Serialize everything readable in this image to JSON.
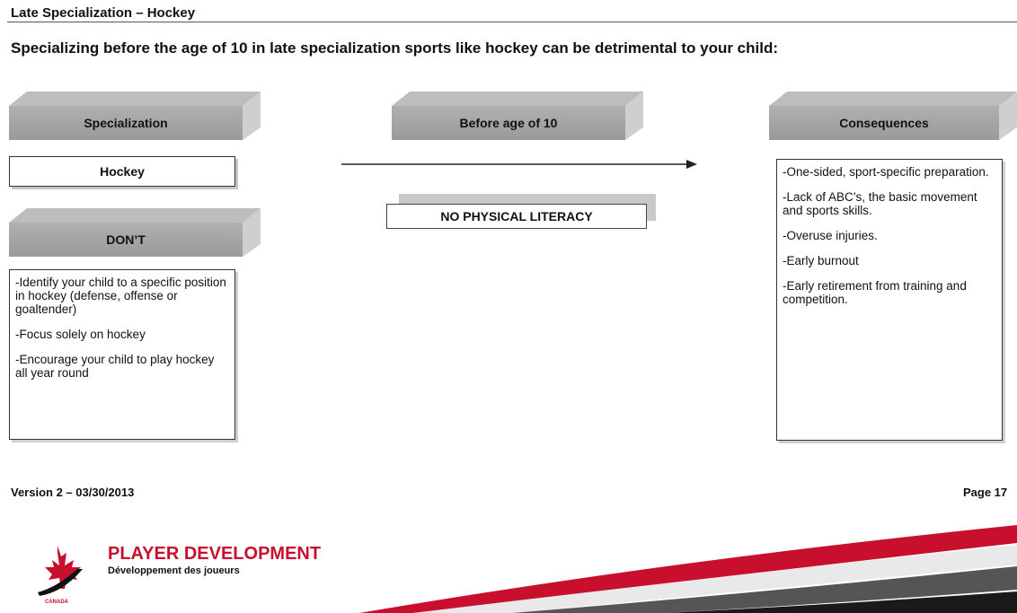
{
  "header": {
    "title": "Late Specialization – Hockey",
    "subtitle": "Specializing before the age of 10 in late specialization sports like hockey can be detrimental to your child:"
  },
  "diagram": {
    "specialization_label": "Specialization",
    "before_age_label": "Before age of 10",
    "consequences_label": "Consequences",
    "hockey_label": "Hockey",
    "dont_label": "DON’T",
    "no_physical_literacy": "NO PHYSICAL LITERACY",
    "dont_items": [
      "-Identify your child to a specific position in hockey (defense, offense or goaltender)",
      "-Focus solely on hockey",
      "-Encourage your child to play hockey all year round"
    ],
    "consequence_items": [
      "-One-sided, sport-specific preparation.",
      "-Lack of ABC’s, the basic movement and sports skills.",
      "-Overuse injuries.",
      "-Early burnout",
      "-Early retirement from training and competition."
    ]
  },
  "footer": {
    "version": "Version 2 – 03/30/2013",
    "page": "Page 17",
    "brand_en": "PLAYER DEVELOPMENT",
    "brand_fr": "Développement des joueurs",
    "logo_text": "CANADA",
    "colors": {
      "brand_red": "#c8102e",
      "box_grey": "#a6a6a6"
    }
  }
}
